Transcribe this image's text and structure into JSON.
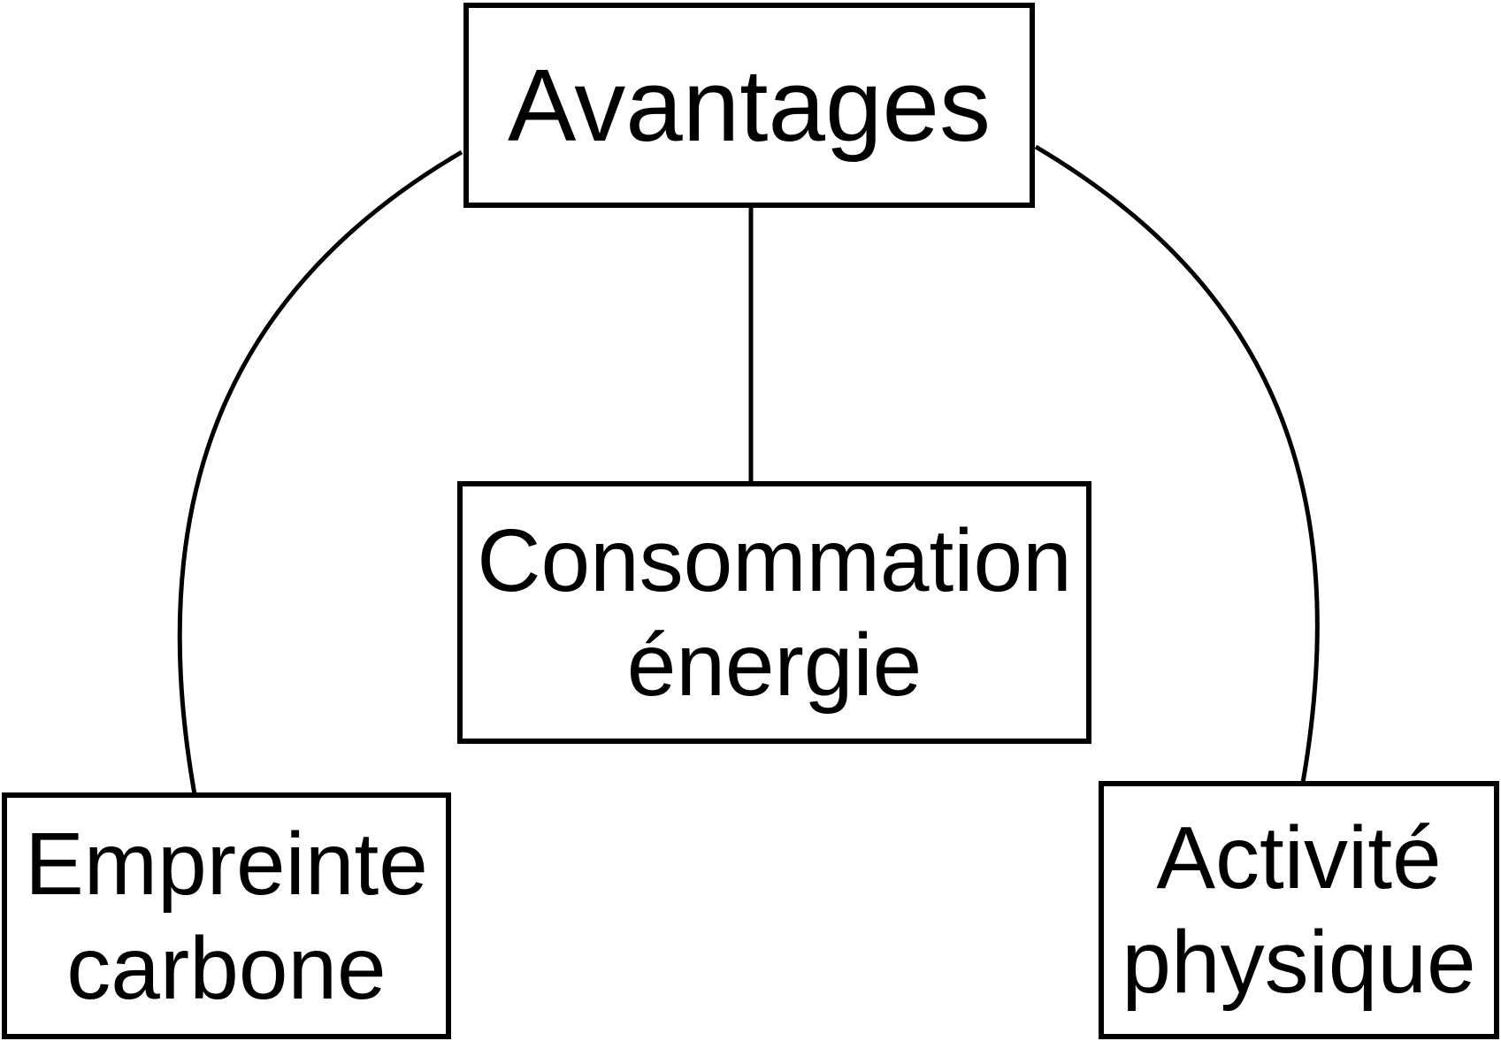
{
  "diagram": {
    "root": {
      "label": "Avantages"
    },
    "children": [
      {
        "id": "center",
        "lines": [
          "Consommation",
          "énergie"
        ]
      },
      {
        "id": "left",
        "lines": [
          "Empreinte",
          "carbone"
        ]
      },
      {
        "id": "right",
        "lines": [
          "Activité",
          "physique"
        ]
      }
    ],
    "colors": {
      "stroke": "#000000",
      "background": "#ffffff"
    }
  }
}
